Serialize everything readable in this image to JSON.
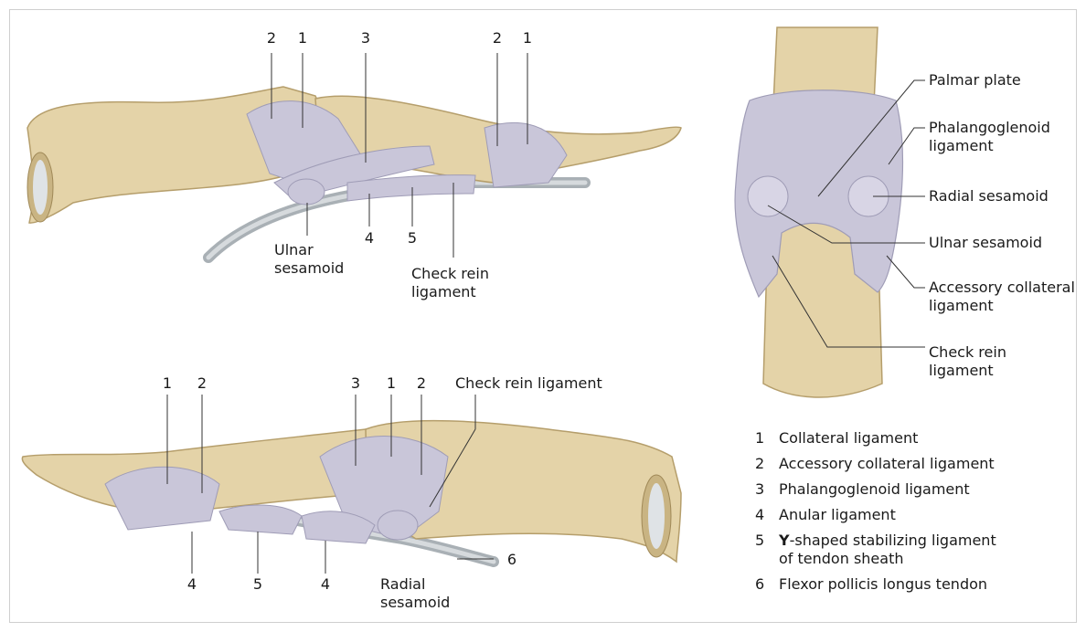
{
  "top_view": {
    "numbers": [
      "2",
      "1",
      "3",
      "2",
      "1",
      "4",
      "5"
    ],
    "labels": {
      "ulnar_sesamoid": "Ulnar\nsesamoid",
      "check_rein": "Check rein\nligament"
    }
  },
  "bottom_view": {
    "numbers": [
      "1",
      "2",
      "3",
      "1",
      "2",
      "4",
      "5",
      "4",
      "6"
    ],
    "labels": {
      "check_rein": "Check rein ligament",
      "radial_sesamoid": "Radial\nsesamoid"
    }
  },
  "palmar_view": {
    "labels": {
      "palmar_plate": "Palmar plate",
      "phalangoglenoid": "Phalangoglenoid\nligament",
      "radial_sesamoid": "Radial sesamoid",
      "ulnar_sesamoid": "Ulnar sesamoid",
      "accessory_collateral": "Accessory collateral\nligament",
      "check_rein": "Check rein\nligament"
    }
  },
  "legend": [
    {
      "num": "1",
      "text": "Collateral ligament"
    },
    {
      "num": "2",
      "text": "Accessory collateral ligament"
    },
    {
      "num": "3",
      "text": "Phalangoglenoid ligament"
    },
    {
      "num": "4",
      "text": "Anular ligament"
    },
    {
      "num": "5",
      "bold": "Y",
      "text": "-shaped stabilizing ligament\nof tendon sheath"
    },
    {
      "num": "6",
      "text": "Flexor pollicis longus tendon"
    }
  ],
  "colors": {
    "bone": "#e4d3a8",
    "bone_shade": "#c9b483",
    "ligament": "#c9c6d9",
    "tendon": "#a9b0b5",
    "leader": "#333333"
  }
}
